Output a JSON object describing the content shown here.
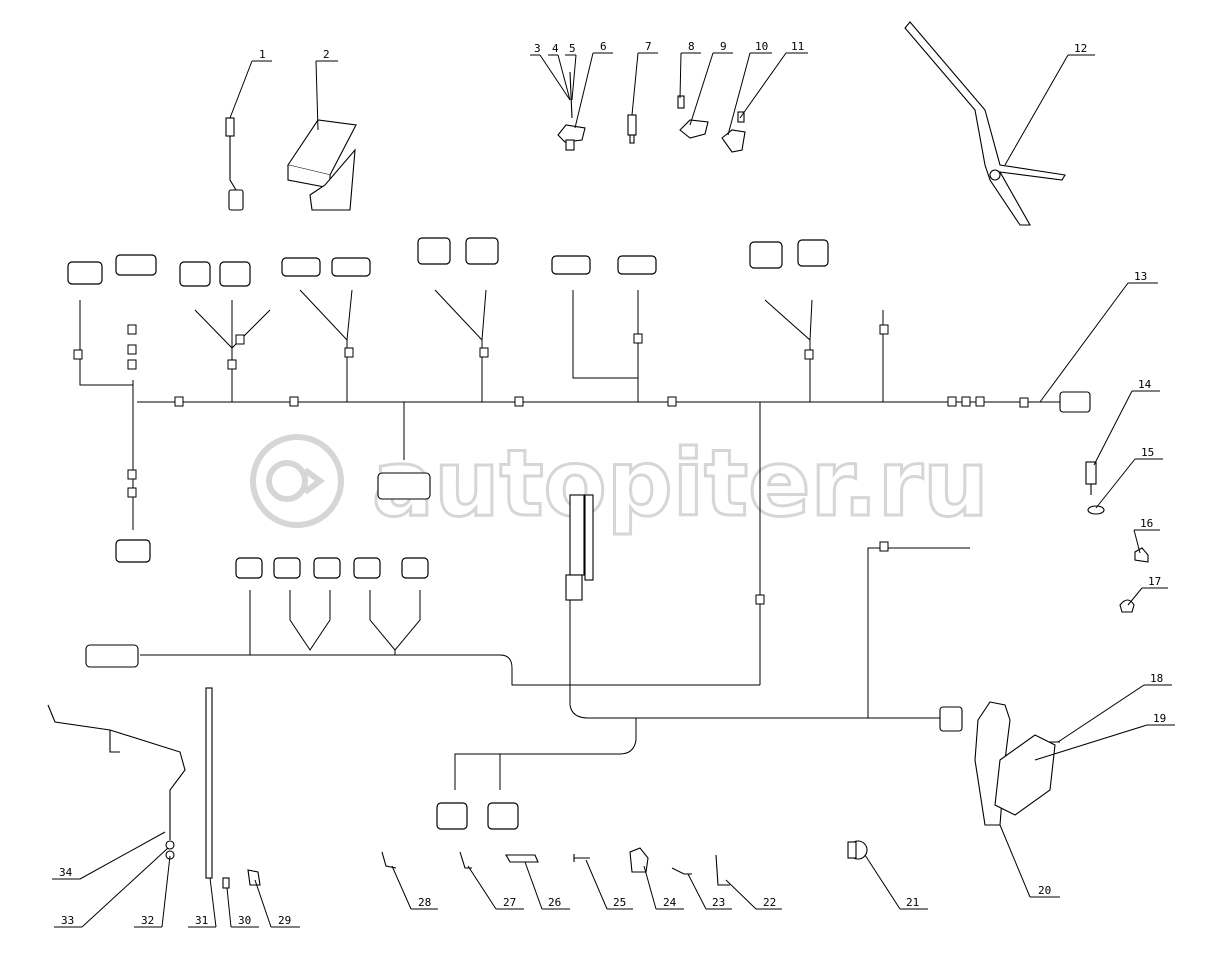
{
  "diagram": {
    "callouts": [
      {
        "n": "1"
      },
      {
        "n": "2"
      },
      {
        "n": "3"
      },
      {
        "n": "4"
      },
      {
        "n": "5"
      },
      {
        "n": "6"
      },
      {
        "n": "7"
      },
      {
        "n": "8"
      },
      {
        "n": "9"
      },
      {
        "n": "10"
      },
      {
        "n": "11"
      },
      {
        "n": "12"
      },
      {
        "n": "13"
      },
      {
        "n": "14"
      },
      {
        "n": "15"
      },
      {
        "n": "16"
      },
      {
        "n": "17"
      },
      {
        "n": "18"
      },
      {
        "n": "19"
      },
      {
        "n": "20"
      },
      {
        "n": "21"
      },
      {
        "n": "22"
      },
      {
        "n": "23"
      },
      {
        "n": "24"
      },
      {
        "n": "25"
      },
      {
        "n": "26"
      },
      {
        "n": "27"
      },
      {
        "n": "28"
      },
      {
        "n": "29"
      },
      {
        "n": "30"
      },
      {
        "n": "31"
      },
      {
        "n": "32"
      },
      {
        "n": "33"
      },
      {
        "n": "34"
      }
    ],
    "watermark": "autopiter.ru",
    "line_color": "#000000",
    "watermark_color": "#d6d6d6"
  }
}
